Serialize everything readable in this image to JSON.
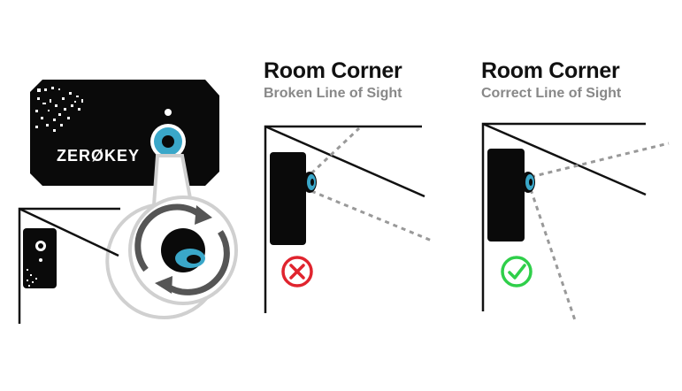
{
  "device": {
    "brand": "ZERØKEY"
  },
  "panels": [
    {
      "title": "Room Corner",
      "subtitle": "Broken Line of Sight",
      "status_icon": "x-circle-icon",
      "status_color": "#e0242e"
    },
    {
      "title": "Room Corner",
      "subtitle": "Correct Line of Sight",
      "status_icon": "check-circle-icon",
      "status_color": "#2fcf4a"
    }
  ],
  "colors": {
    "device_body": "#0a0a0a",
    "sensor": "#3aa7c9",
    "rotate_arrows": "#555555",
    "dotted_line": "#999999"
  }
}
